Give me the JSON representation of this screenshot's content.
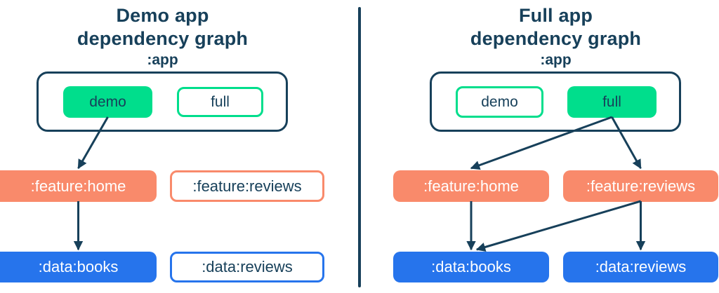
{
  "colors": {
    "green": "#00DE8C",
    "orange": "#F98A6B",
    "blue": "#2674EC",
    "navy": "#17405A"
  },
  "graphs": [
    {
      "id": "demo-graph",
      "title_line1": "Demo app",
      "title_line2": "dependency graph",
      "app_label": ":app",
      "nodes": {
        "demo": {
          "label": "demo"
        },
        "full": {
          "label": "full"
        },
        "feature_home": {
          "label": ":feature:home"
        },
        "feature_reviews": {
          "label": ":feature:reviews"
        },
        "data_books": {
          "label": ":data:books"
        },
        "data_reviews": {
          "label": ":data:reviews"
        }
      },
      "edges": [
        {
          "from": "demo",
          "to": "feature_home"
        },
        {
          "from": "feature_home",
          "to": "data_books"
        }
      ]
    },
    {
      "id": "full-graph",
      "title_line1": "Full app",
      "title_line2": "dependency graph",
      "app_label": ":app",
      "nodes": {
        "demo": {
          "label": "demo"
        },
        "full": {
          "label": "full"
        },
        "feature_home": {
          "label": ":feature:home"
        },
        "feature_reviews": {
          "label": ":feature:reviews"
        },
        "data_books": {
          "label": ":data:books"
        },
        "data_reviews": {
          "label": ":data:reviews"
        }
      },
      "edges": [
        {
          "from": "full",
          "to": "feature_home"
        },
        {
          "from": "full",
          "to": "feature_reviews"
        },
        {
          "from": "feature_home",
          "to": "data_books"
        },
        {
          "from": "feature_reviews",
          "to": "data_books",
          "tdx": 8
        },
        {
          "from": "feature_reviews",
          "to": "data_reviews"
        }
      ]
    }
  ]
}
